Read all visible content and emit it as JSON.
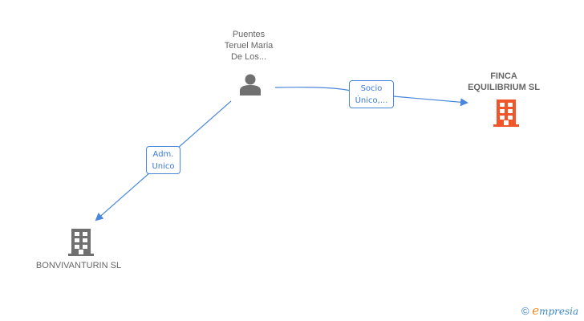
{
  "nodes": {
    "person": {
      "label_lines": [
        "Puentes",
        "Teruel Maria",
        "De Los..."
      ],
      "icon": "person-icon",
      "color": "#707070"
    },
    "finca": {
      "label_lines": [
        "FINCA",
        "EQUILIBRIUM SL"
      ],
      "icon": "building-icon",
      "color": "#f0562a"
    },
    "bonvivanturin": {
      "label_lines": [
        "BONVIVANTURIN SL"
      ],
      "icon": "building-icon",
      "color": "#707070"
    }
  },
  "edges": [
    {
      "from": "person",
      "to": "finca",
      "label_lines": [
        "Socio",
        "Único,..."
      ]
    },
    {
      "from": "person",
      "to": "bonvivanturin",
      "label_lines": [
        "Adm.",
        "Unico"
      ]
    }
  ],
  "colors": {
    "edge": "#4a86d9",
    "accent": "#f0562a",
    "neutral": "#707070"
  },
  "footer": {
    "copyright": "©",
    "brand_first": "e",
    "brand_rest": "mpresia"
  }
}
